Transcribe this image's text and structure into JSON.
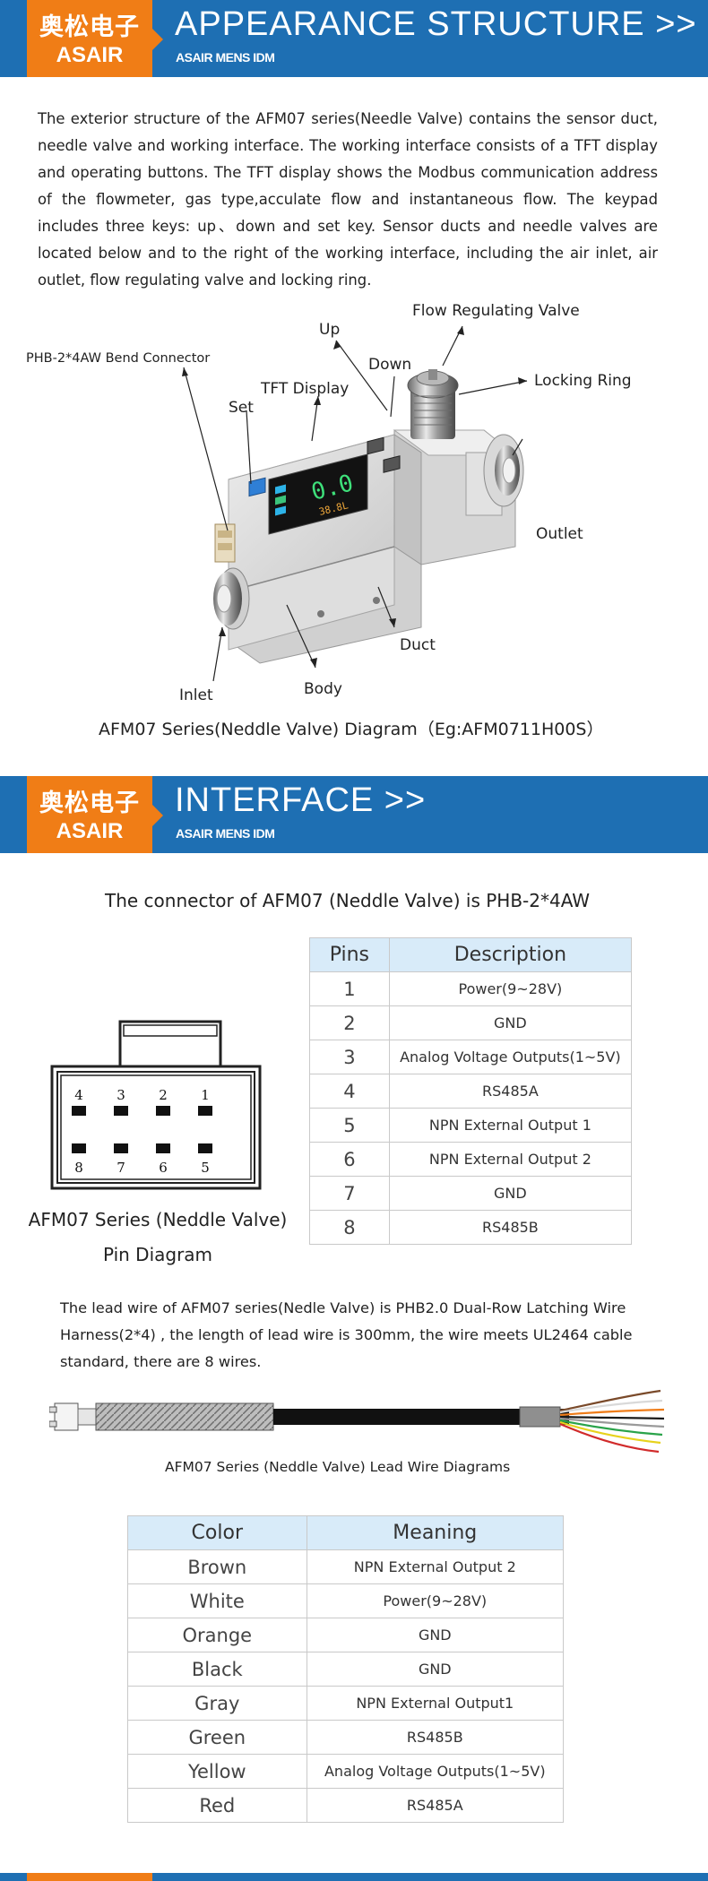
{
  "section1": {
    "logo_cn": "奥松电子",
    "logo_en": "ASAIR",
    "title": "APPEARANCE STRUCTURE >>",
    "subtitle": "ASAIR MENS IDM",
    "paragraph": "The exterior structure of the AFM07 series(Needle Valve) contains the sensor duct, needle valve and working interface. The working interface consists of a TFT display and operating buttons. The TFT display shows the Modbus communication address of the flowmeter, gas type,acculate flow and instantaneous flow. The keypad includes three keys: up、down and set key. Sensor ducts and needle valves are located below and to the right of the working interface, including the air inlet, air outlet, flow regulating valve and locking ring.",
    "labels": {
      "flow_valve": "Flow Regulating Valve",
      "up": "Up",
      "down": "Down",
      "locking_ring": "Locking Ring",
      "connector": "PHB-2*4AW Bend Connector",
      "tft": "TFT Display",
      "set": "Set",
      "outlet": "Outlet",
      "duct": "Duct",
      "inlet": "Inlet",
      "body": "Body"
    },
    "display_value": "0.0",
    "display_sub": "38.8L",
    "caption": "AFM07 Series(Neddle Valve) Diagram（Eg:AFM0711H00S）"
  },
  "section2": {
    "logo_cn": "奥松电子",
    "logo_en": "ASAIR",
    "title": "INTERFACE >>",
    "subtitle": "ASAIR MENS IDM",
    "connector_heading": "The connector of AFM07 (Neddle Valve) is PHB-2*4AW",
    "pin_caption_1": "AFM07 Series (Neddle Valve)",
    "pin_caption_2": "Pin Diagram",
    "pin_top": [
      "4",
      "3",
      "2",
      "1"
    ],
    "pin_bottom": [
      "8",
      "7",
      "6",
      "5"
    ],
    "pin_table": {
      "headers": [
        "Pins",
        "Description"
      ],
      "rows": [
        [
          "1",
          "Power(9~28V)"
        ],
        [
          "2",
          "GND"
        ],
        [
          "3",
          "Analog Voltage Outputs(1~5V)"
        ],
        [
          "4",
          "RS485A"
        ],
        [
          "5",
          "NPN External Output 1"
        ],
        [
          "6",
          "NPN External Output 2"
        ],
        [
          "7",
          "GND"
        ],
        [
          "8",
          "RS485B"
        ]
      ]
    },
    "lead_paragraph": "The lead wire of AFM07 series(Nedle Valve) is PHB2.0 Dual-Row Latching Wire Harness(2*4) , the length of lead wire is 300mm, the wire meets UL2464 cable standard, there are 8 wires.",
    "wire_caption": "AFM07 Series (Neddle Valve)  Lead Wire Diagrams",
    "color_table": {
      "headers": [
        "Color",
        "Meaning"
      ],
      "rows": [
        [
          "Brown",
          "NPN External Output 2"
        ],
        [
          "White",
          "Power(9~28V)"
        ],
        [
          "Orange",
          "GND"
        ],
        [
          "Black",
          "GND"
        ],
        [
          "Gray",
          "NPN External Output1"
        ],
        [
          "Green",
          "RS485B"
        ],
        [
          "Yellow",
          "Analog Voltage Outputs(1~5V)"
        ],
        [
          "Red",
          "RS485A"
        ]
      ]
    }
  },
  "colors": {
    "banner_blue": "#1e6fb3",
    "logo_orange": "#f07d16",
    "table_header": "#d8ebf9"
  }
}
